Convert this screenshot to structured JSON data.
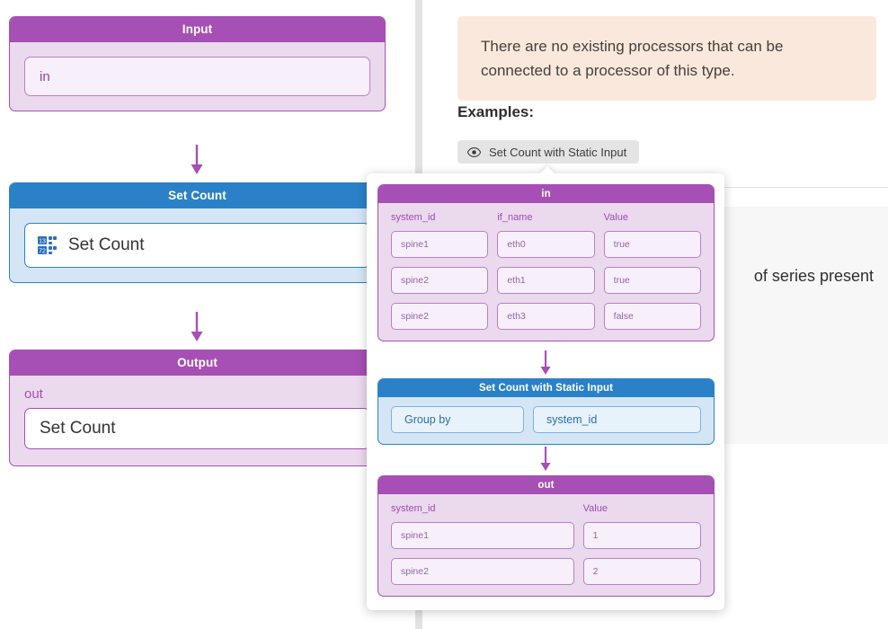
{
  "left_graph": {
    "input_node": {
      "title": "Input",
      "port_value": "in"
    },
    "processor_node": {
      "title": "Set Count",
      "icon": "set-count-number-grid-icon",
      "value": "Set Count"
    },
    "output_node": {
      "title": "Output",
      "port_label": "out",
      "value": "Set Count"
    },
    "arrow_glyph": "↓"
  },
  "right_panel": {
    "alert_text": "There are no existing processors that can be connected to a processor of this type.",
    "examples_heading": "Examples:",
    "example_chip": {
      "icon": "eye-icon",
      "label": "Set Count with Static Input"
    },
    "detail_card_text": "of series present"
  },
  "popup": {
    "input_table": {
      "title": "in",
      "columns": [
        "system_id",
        "if_name",
        "Value"
      ],
      "rows": [
        [
          "spine1",
          "eth0",
          "true"
        ],
        [
          "spine2",
          "eth1",
          "true"
        ],
        [
          "spine2",
          "eth3",
          "false"
        ]
      ]
    },
    "processor": {
      "title": "Set Count with Static Input",
      "param_key": "Group by",
      "param_value": "system_id"
    },
    "output_table": {
      "title": "out",
      "columns": [
        "system_id",
        "Value"
      ],
      "rows": [
        [
          "spine1",
          "1"
        ],
        [
          "spine2",
          "2"
        ]
      ]
    },
    "arrow_glyph": "↓"
  },
  "colors": {
    "purple": "#a64fb4",
    "purple_light": "#ebd9ee",
    "blue": "#2a81c8",
    "blue_light": "#d4e6f5",
    "alert_bg": "#fae8dd",
    "chip_bg": "#e4e4e4",
    "card_bg": "#f7f7f7",
    "divider": "#e3e3e3"
  }
}
